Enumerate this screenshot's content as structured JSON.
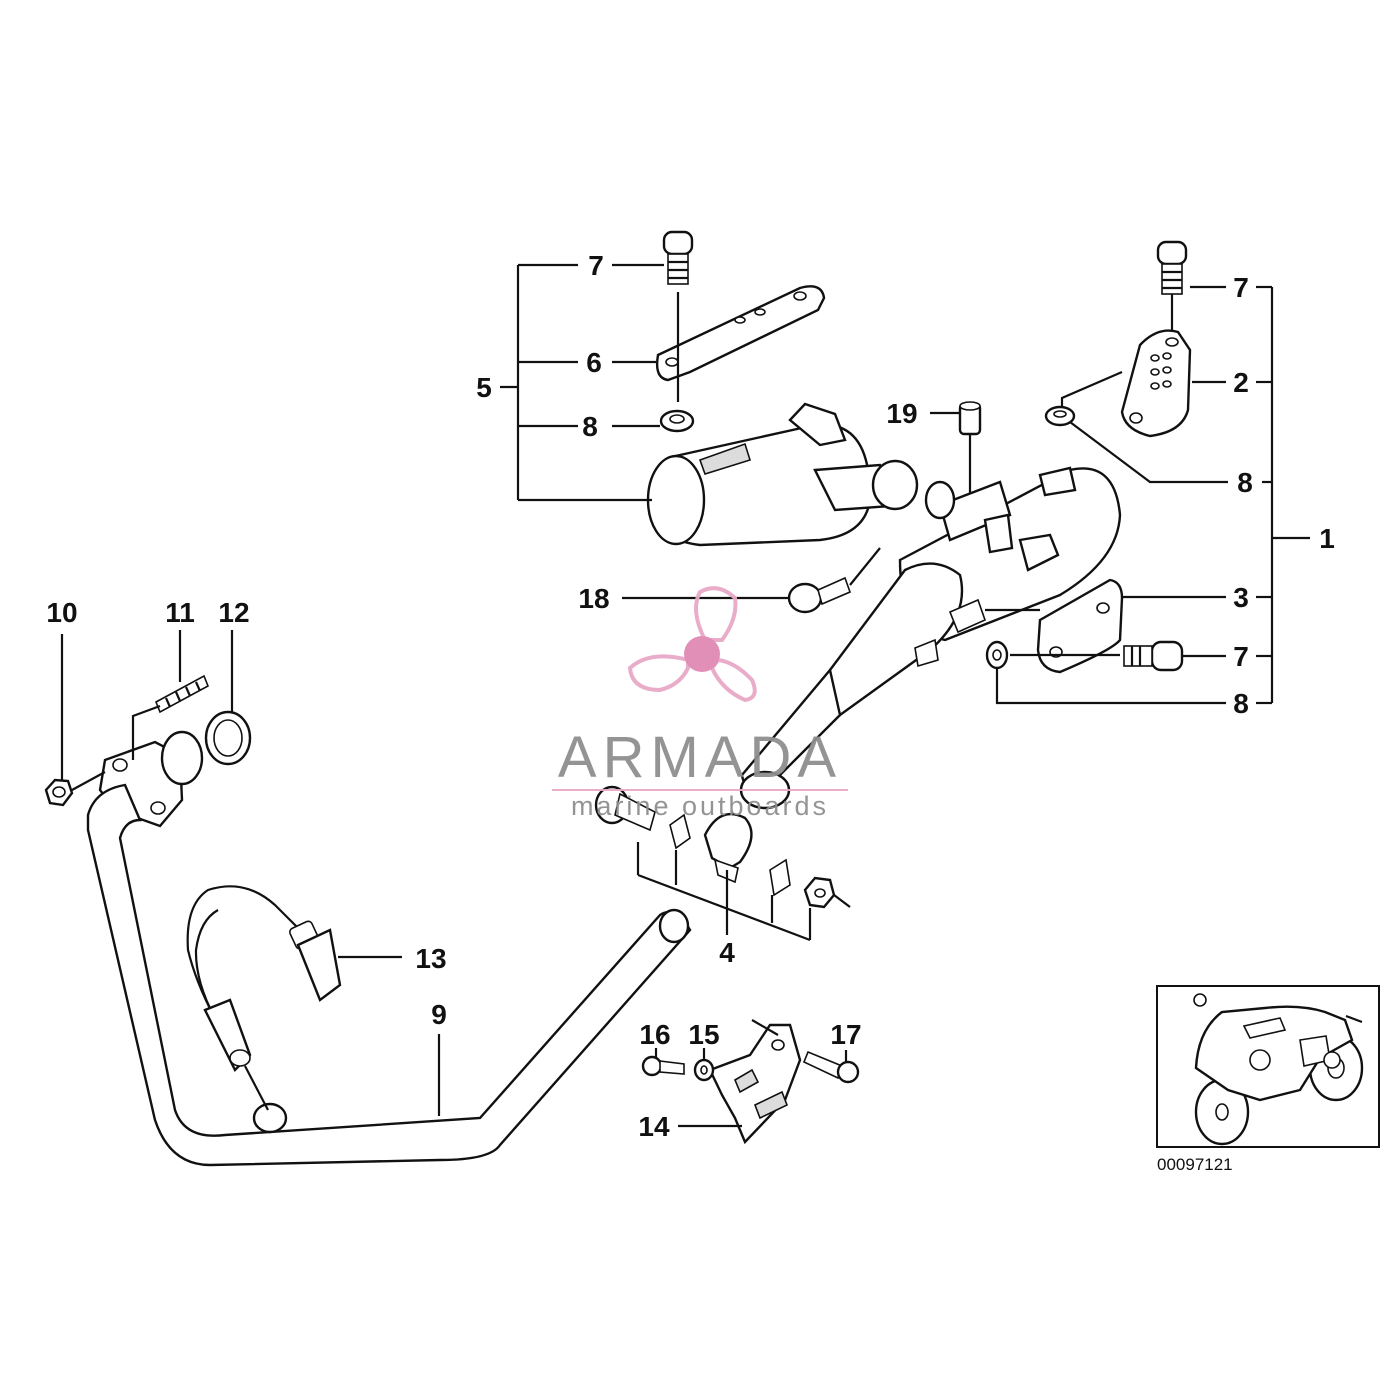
{
  "callouts": [
    {
      "id": "c7a",
      "text": "7"
    },
    {
      "id": "c6",
      "text": "6"
    },
    {
      "id": "c5",
      "text": "5"
    },
    {
      "id": "c8a",
      "text": "8"
    },
    {
      "id": "c19",
      "text": "19"
    },
    {
      "id": "c7b",
      "text": "7"
    },
    {
      "id": "c2",
      "text": "2"
    },
    {
      "id": "c8b",
      "text": "8"
    },
    {
      "id": "c1",
      "text": "1"
    },
    {
      "id": "c18",
      "text": "18"
    },
    {
      "id": "c3",
      "text": "3"
    },
    {
      "id": "c7c",
      "text": "7"
    },
    {
      "id": "c8c",
      "text": "8"
    },
    {
      "id": "c10",
      "text": "10"
    },
    {
      "id": "c11",
      "text": "11"
    },
    {
      "id": "c12",
      "text": "12"
    },
    {
      "id": "c13",
      "text": "13"
    },
    {
      "id": "c9",
      "text": "9"
    },
    {
      "id": "c4",
      "text": "4"
    },
    {
      "id": "c16",
      "text": "16"
    },
    {
      "id": "c15",
      "text": "15"
    },
    {
      "id": "c17",
      "text": "17"
    },
    {
      "id": "c14",
      "text": "14"
    }
  ],
  "diagram_code": "00097121",
  "watermark": {
    "brand": "ARMADA",
    "subtitle": "marine outboards",
    "colors": {
      "pink": "#e8a9c8",
      "gray": "#8f8f8f",
      "center": "#e08ab4"
    }
  },
  "colors": {
    "line": "#111111",
    "background": "#ffffff"
  }
}
